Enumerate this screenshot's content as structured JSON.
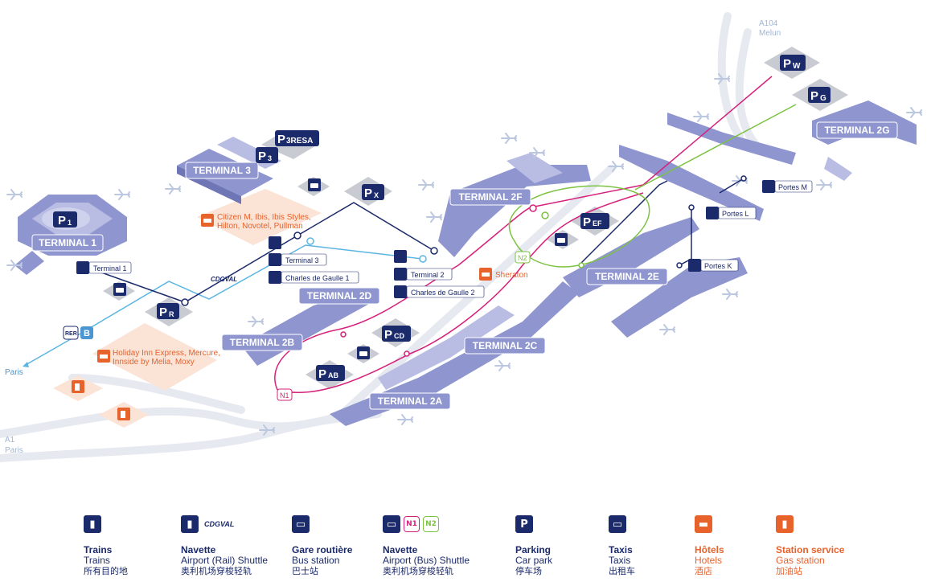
{
  "colors": {
    "navy": "#1b2a6b",
    "terminal": "#8f96cf",
    "terminal_light": "#b9bde3",
    "rail_light_blue": "#5bb5e3",
    "n1_pink": "#d6217b",
    "n2_green": "#7cc243",
    "hotel_orange": "#e8622c",
    "zone_peach": "#fbe3d6",
    "parking_grey": "#c9cbd3",
    "road": "#e6e9f0"
  },
  "roads": {
    "a104": "A104",
    "melun": "Melun",
    "a1": "A1",
    "paris_a1": "Paris",
    "paris_rer": "Paris"
  },
  "terminals": {
    "t1": "TERMINAL 1",
    "t3": "TERMINAL 3",
    "t2a": "TERMINAL 2A",
    "t2b": "TERMINAL 2B",
    "t2c": "TERMINAL 2C",
    "t2d": "TERMINAL 2D",
    "t2e": "TERMINAL 2E",
    "t2f": "TERMINAL 2F",
    "t2g": "TERMINAL 2G"
  },
  "parkings": {
    "p1": "1",
    "p3": "3",
    "p3resa": "3RESA",
    "px": "X",
    "pr": "R",
    "pab": "AB",
    "pcd": "CD",
    "pef": "EF",
    "pw": "W",
    "pg": "G",
    "p_letter": "P"
  },
  "stations": {
    "cdgval_terminal1": "Terminal 1",
    "cdgval_terminal3": "Terminal 3",
    "cdgval_terminal2": "Terminal 2",
    "train_cdg1": "Charles de Gaulle 1",
    "train_cdg2": "Charles de Gaulle 2",
    "portes_m": "Portes M",
    "portes_l": "Portes L",
    "portes_k": "Portes K",
    "cdgval_label": "CDGVAL",
    "rer_badge": "RER",
    "rer_line": "B",
    "n1": "N1",
    "n2": "N2"
  },
  "hotels": {
    "zone1_line1": "Citizen M,  Ibis, Ibis Styles,",
    "zone1_line2": "Hilton, Novotel, Pullman",
    "zone2_line1": "Holiday Inn Express, Mercure,",
    "zone2_line2": "Innside by Melia, Moxy",
    "sheraton": "Sheraton"
  },
  "legend": [
    {
      "id": "trains",
      "icon": "train-icon",
      "t1": "Trains",
      "t2": "Trains",
      "t3": "所有目的地"
    },
    {
      "id": "cdgval",
      "icon": "shuttle-rail-icon",
      "extra": "CDGVAL",
      "t1": "Navette",
      "t2": "Airport (Rail) Shuttle",
      "t3": "奥利机场穿梭轻轨"
    },
    {
      "id": "bus",
      "icon": "bus-icon",
      "t1": "Gare routière",
      "t2": "Bus station",
      "t3": "巴士站"
    },
    {
      "id": "navette_bus",
      "icon": "shuttle-bus-icon",
      "n1": "N1",
      "n2": "N2",
      "t1": "Navette",
      "t2": "Airport (Bus) Shuttle",
      "t3": "奥利机场穿梭轻轨"
    },
    {
      "id": "parking",
      "icon": "parking-icon",
      "glyph": "P",
      "t1": "Parking",
      "t2": "Car park",
      "t3": "停车场"
    },
    {
      "id": "taxis",
      "icon": "taxi-icon",
      "t1": "Taxis",
      "t2": "Taxis",
      "t3": "出租车"
    },
    {
      "id": "hotels",
      "icon": "hotel-icon",
      "t1": "Hôtels",
      "t2": "Hotels",
      "t3": "酒店"
    },
    {
      "id": "gas",
      "icon": "gas-station-icon",
      "t1": "Station service",
      "t2": "Gas station",
      "t3": "加油站"
    }
  ]
}
